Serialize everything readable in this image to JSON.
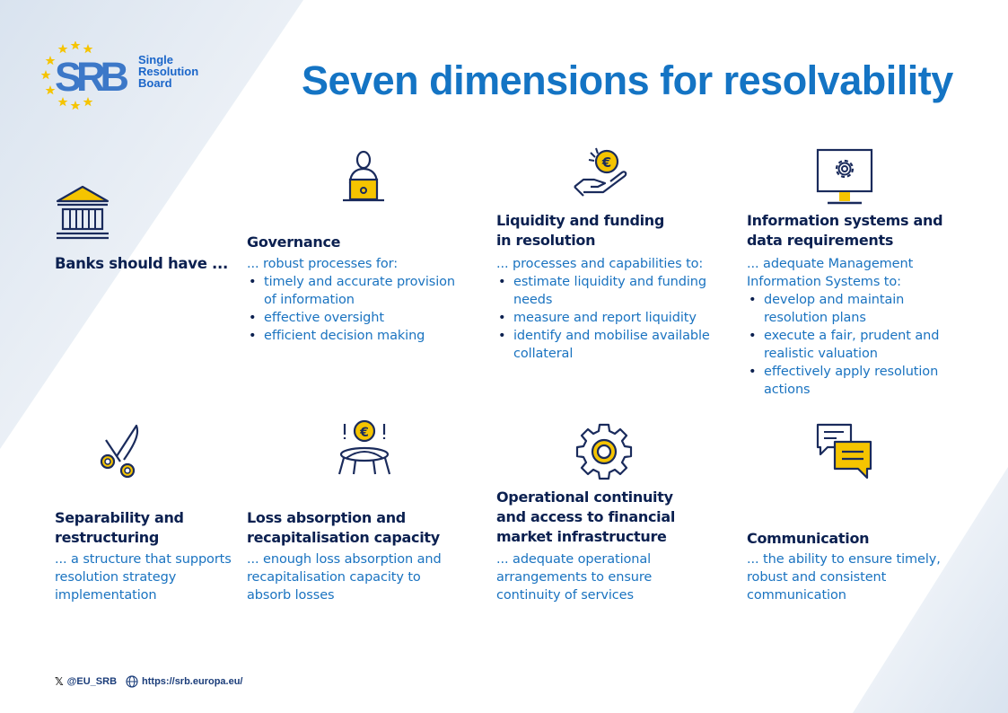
{
  "logo": {
    "abbr": "SRB",
    "line1": "Single",
    "line2": "Resolution",
    "line3": "Board"
  },
  "title": "Seven dimensions for resolvability",
  "intro": "Banks should have ...",
  "colors": {
    "title": "#1474c4",
    "heading": "#0b2050",
    "text": "#1a73c0",
    "accent": "#f5c400",
    "navy": "#1a2b5c"
  },
  "dimensions": [
    {
      "icon": "person-laptop-icon",
      "heading": [
        "Governance"
      ],
      "lead": "... robust processes for:",
      "bullets": [
        "timely and accurate provision of information",
        "effective oversight",
        "efficient decision making"
      ]
    },
    {
      "icon": "hand-euro-coin-icon",
      "heading": [
        "Liquidity and funding",
        "in resolution"
      ],
      "lead": "... processes and capabilities to:",
      "bullets": [
        "estimate liquidity and funding needs",
        "measure and report liquidity",
        "identify and mobilise available collateral"
      ]
    },
    {
      "icon": "monitor-gear-icon",
      "heading": [
        "Information systems and",
        "data requirements"
      ],
      "lead": "... adequate Management Information Systems to:",
      "bullets": [
        "develop and maintain resolution plans",
        "execute a fair, prudent and realistic valuation",
        "effectively apply resolution actions"
      ]
    },
    {
      "icon": "scissors-icon",
      "heading": [
        "Separability and",
        "restructuring"
      ],
      "lead": "... a structure that supports resolution strategy implementation",
      "bullets": []
    },
    {
      "icon": "trampoline-euro-icon",
      "heading": [
        "Loss absorption and",
        "recapitalisation capacity"
      ],
      "lead": "... enough loss absorption and recapitalisation capacity to absorb losses",
      "bullets": []
    },
    {
      "icon": "gear-icon",
      "heading": [
        "Operational continuity",
        "and access to financial",
        "market infrastructure"
      ],
      "lead": "... adequate operational arrangements to ensure continuity of services",
      "bullets": []
    },
    {
      "icon": "chat-bubbles-icon",
      "heading": [
        "Communication"
      ],
      "lead": "... the ability to ensure timely, robust and consistent communication",
      "bullets": []
    }
  ],
  "footer": {
    "handle": "@EU_SRB",
    "url": "https://srb.europa.eu/"
  }
}
